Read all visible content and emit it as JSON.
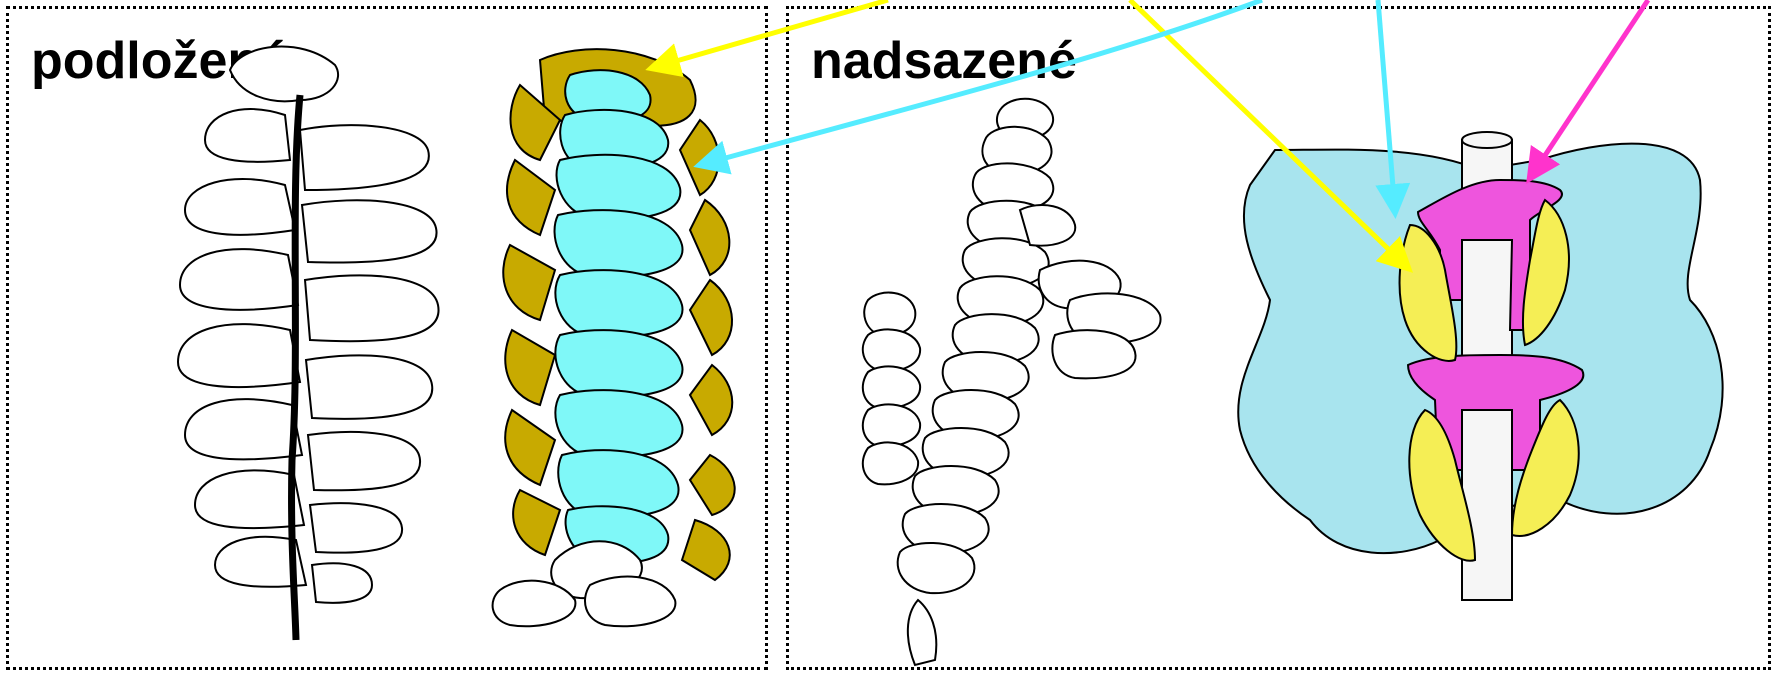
{
  "labels": {
    "left_panel_title": "podložené",
    "right_panel_title": "nadsazené"
  },
  "colors": {
    "cyan_leaf": "#7ff8f8",
    "olive_leaf": "#c8aa00",
    "pale_blue_leaf": "#a8e4ee",
    "magenta_leaf": "#ee55dd",
    "yellow_leaf": "#f5ee55",
    "arrow_yellow": "#ffff00",
    "arrow_cyan": "#55ecff",
    "arrow_magenta": "#ff33cc",
    "stem_gray": "#f6f6f6"
  },
  "icons": [
    "dotted-border-frame",
    "shoot-drawing",
    "leaf-shape",
    "arrow"
  ]
}
